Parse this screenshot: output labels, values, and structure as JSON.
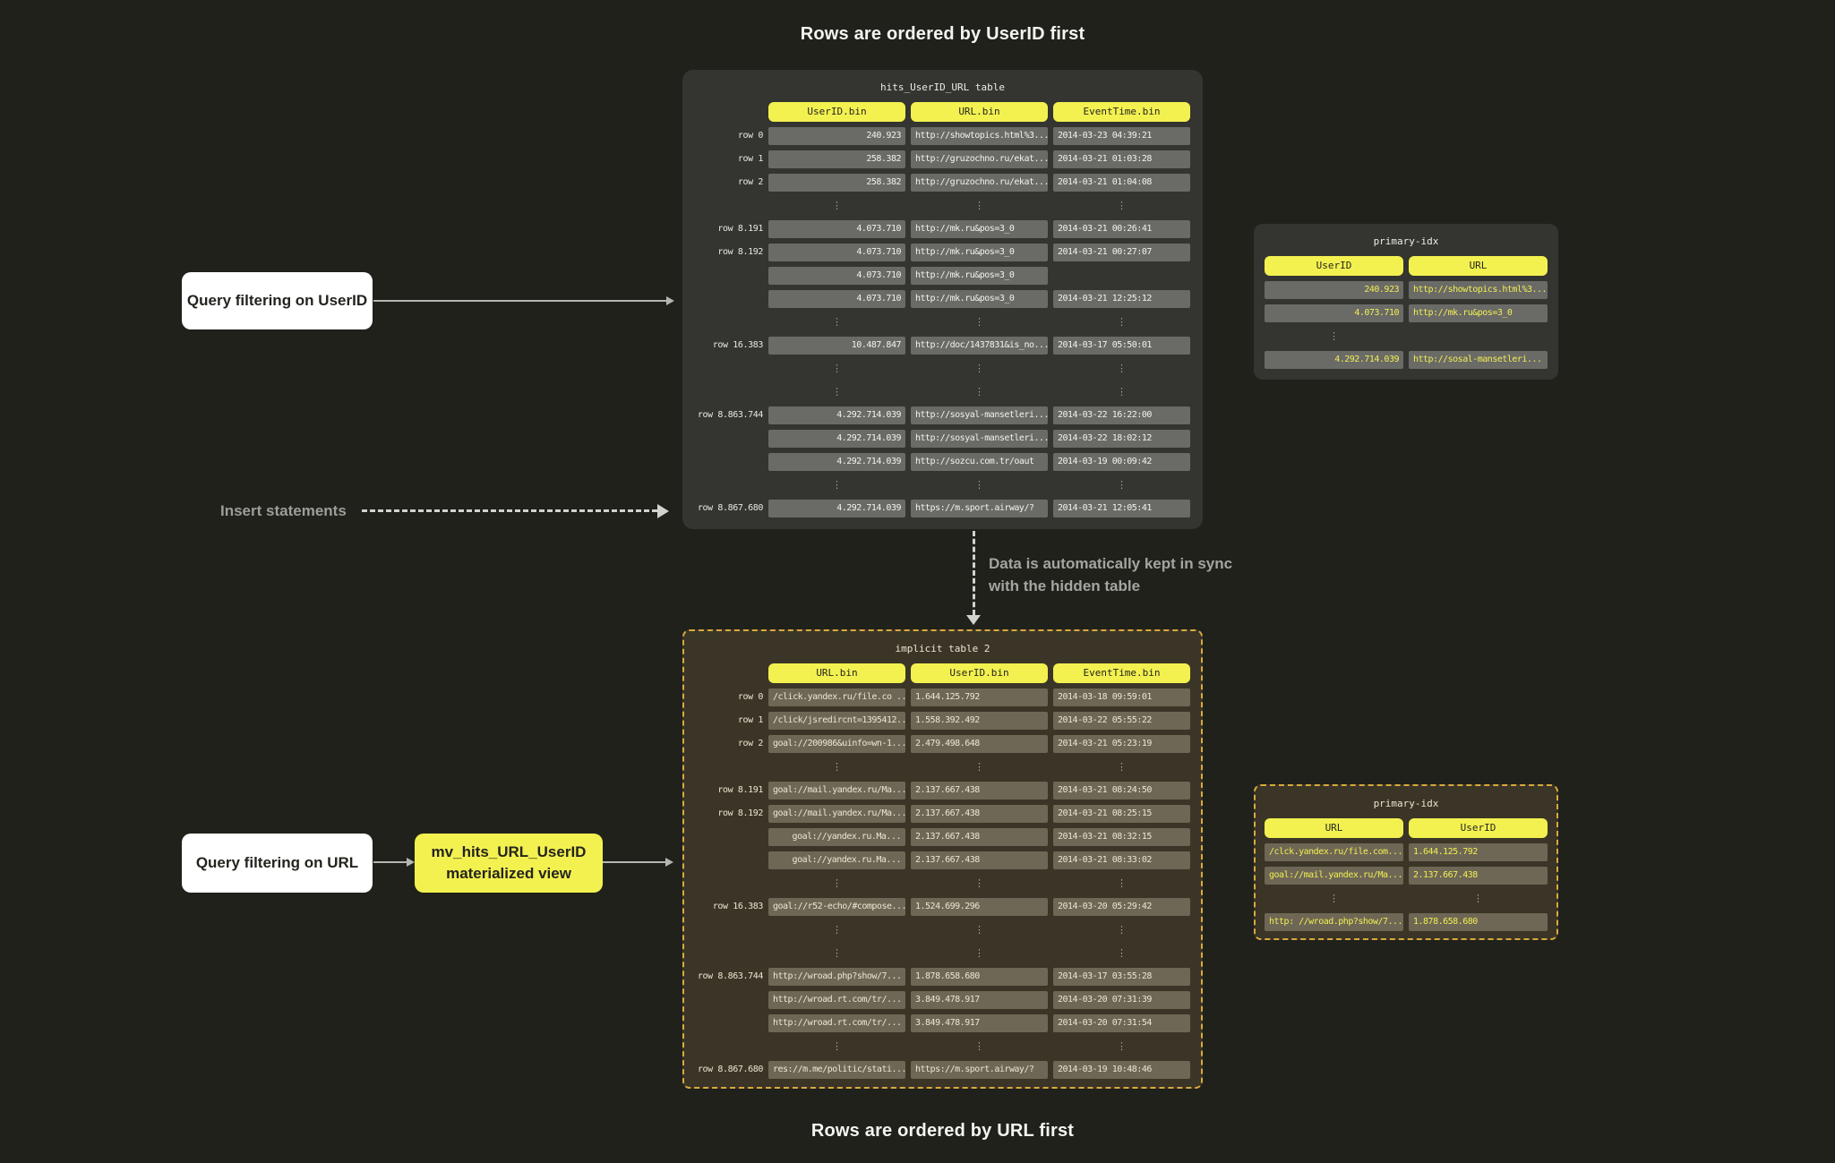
{
  "colors": {
    "page_bg": "#20211b",
    "panel_dark": "#343430",
    "cell_grey": "#6a6a67",
    "olive_panel": "#3b3527",
    "olive_cell": "#6e6755",
    "accent_yellow": "#f3f150",
    "yellow_text": "#f0ee52",
    "text_light": "#f2f2ef",
    "cream": "#ebe6d0",
    "dash_yellow": "#d9aa3d",
    "arrow_grey": "#b5b5b2",
    "dash_grey": "#d2d2cf"
  },
  "captions": {
    "top": "Rows are ordered by UserID first",
    "bottom": "Rows are ordered by URL first"
  },
  "labels": {
    "query_userid": "Query filtering on UserID",
    "insert": "Insert statements",
    "query_url": "Query filtering on URL",
    "mv_line1": "mv_hits_URL_UserID",
    "mv_line2": "materialized view",
    "sync_line1": "Data is automatically kept in sync",
    "sync_line2": "with the hidden table"
  },
  "main_table": {
    "title": "hits_UserID_URL table",
    "has_labels": true,
    "columns": [
      "UserID.bin",
      "URL.bin",
      "EventTime.bin"
    ],
    "rows": [
      {
        "label": "row 0",
        "cells": [
          {
            "v": "240.923",
            "a": "r"
          },
          {
            "v": "http://showtopics.html%3..."
          },
          {
            "v": "2014-03-23 04:39:21"
          }
        ]
      },
      {
        "label": "row 1",
        "cells": [
          {
            "v": "258.382",
            "a": "r"
          },
          {
            "v": "http://gruzochno.ru/ekat..."
          },
          {
            "v": "2014-03-21 01:03:28"
          }
        ]
      },
      {
        "label": "row 2",
        "cells": [
          {
            "v": "258.382",
            "a": "r"
          },
          {
            "v": "http://gruzochno.ru/ekat..."
          },
          {
            "v": "2014-03-21 01:04:08"
          }
        ]
      },
      {
        "type": "dots"
      },
      {
        "label": "row 8.191",
        "cells": [
          {
            "v": "4.073.710",
            "a": "r"
          },
          {
            "v": "http://mk.ru&pos=3_0"
          },
          {
            "v": "2014-03-21 00:26:41"
          }
        ]
      },
      {
        "label": "row 8.192",
        "cells": [
          {
            "v": "4.073.710",
            "a": "r"
          },
          {
            "v": "http://mk.ru&pos=3_0"
          },
          {
            "v": "2014-03-21 00:27:07"
          }
        ]
      },
      {
        "label": "",
        "cells": [
          {
            "v": "4.073.710",
            "a": "r"
          },
          {
            "v": "http://mk.ru&pos=3_0"
          },
          null
        ]
      },
      {
        "label": "",
        "cells": [
          {
            "v": "4.073.710",
            "a": "r"
          },
          {
            "v": "http://mk.ru&pos=3_0"
          },
          {
            "v": "2014-03-21 12:25:12"
          }
        ]
      },
      {
        "type": "dots"
      },
      {
        "label": "row 16.383",
        "cells": [
          {
            "v": "10.487.847",
            "a": "r"
          },
          {
            "v": "http://doc/1437831&is_no..."
          },
          {
            "v": "2014-03-17 05:50:01"
          }
        ]
      },
      {
        "type": "dots"
      },
      {
        "type": "dots"
      },
      {
        "label": "row 8.863.744",
        "cells": [
          {
            "v": "4.292.714.039",
            "a": "r"
          },
          {
            "v": "http://sosyal-mansetleri..."
          },
          {
            "v": "2014-03-22 16:22:00"
          }
        ]
      },
      {
        "label": "",
        "cells": [
          {
            "v": "4.292.714.039",
            "a": "r"
          },
          {
            "v": "http://sosyal-mansetleri..."
          },
          {
            "v": "2014-03-22 18:02:12"
          }
        ]
      },
      {
        "label": "",
        "cells": [
          {
            "v": "4.292.714.039",
            "a": "r"
          },
          {
            "v": "http://sozcu.com.tr/oaut"
          },
          {
            "v": "2014-03-19 00:09:42"
          }
        ]
      },
      {
        "type": "dots"
      },
      {
        "label": "row 8.867.680",
        "cells": [
          {
            "v": "4.292.714.039",
            "a": "r"
          },
          {
            "v": "https://m.sport.airway/?"
          },
          {
            "v": "2014-03-21 12:05:41"
          }
        ]
      }
    ]
  },
  "main_index": {
    "title": "primary-idx",
    "has_labels": false,
    "columns": [
      "UserID",
      "URL"
    ],
    "rows": [
      {
        "cells": [
          {
            "v": "240.923",
            "a": "r"
          },
          {
            "v": "http://showtopics.html%3..."
          }
        ]
      },
      {
        "cells": [
          {
            "v": "4.073.710",
            "a": "r"
          },
          {
            "v": "http://mk.ru&pos=3_0"
          }
        ]
      },
      {
        "type": "dots",
        "show": [
          true,
          false
        ]
      },
      {
        "cells": [
          {
            "v": "4.292.714.039",
            "a": "r"
          },
          {
            "v": "http://sosal-mansetleri..."
          }
        ]
      }
    ]
  },
  "implicit_table": {
    "title": "implicit table 2",
    "has_labels": true,
    "columns": [
      "URL.bin",
      "UserID.bin",
      "EventTime.bin"
    ],
    "rows": [
      {
        "label": "row 0",
        "cells": [
          {
            "v": "/click.yandex.ru/file.co ..."
          },
          {
            "v": "1.644.125.792"
          },
          {
            "v": "2014-03-18 09:59:01"
          }
        ]
      },
      {
        "label": "row 1",
        "cells": [
          {
            "v": "/click/jsredircnt=1395412..."
          },
          {
            "v": "1.558.392.492"
          },
          {
            "v": "2014-03-22 05:55:22"
          }
        ]
      },
      {
        "label": "row 2",
        "cells": [
          {
            "v": "goal://200986&uinfo=wn-1...",
            "a": "r"
          },
          {
            "v": "2.479.498.648"
          },
          {
            "v": "2014-03-21 05:23:19"
          }
        ]
      },
      {
        "type": "dots"
      },
      {
        "label": "row 8.191",
        "cells": [
          {
            "v": "goal://mail.yandex.ru/Ma..."
          },
          {
            "v": "2.137.667.438"
          },
          {
            "v": "2014-03-21 08:24:50"
          }
        ]
      },
      {
        "label": "row 8.192",
        "cells": [
          {
            "v": "goal://mail.yandex.ru/Ma..."
          },
          {
            "v": "2.137.667.438"
          },
          {
            "v": "2014-03-21 08:25:15"
          }
        ]
      },
      {
        "label": "",
        "cells": [
          {
            "v": "goal://yandex.ru.Ma...",
            "a": "r"
          },
          {
            "v": "2.137.667.438"
          },
          {
            "v": "2014-03-21 08:32:15"
          }
        ]
      },
      {
        "label": "",
        "cells": [
          {
            "v": "goal://yandex.ru.Ma...",
            "a": "r"
          },
          {
            "v": "2.137.667.438"
          },
          {
            "v": "2014-03-21 08:33:02"
          }
        ]
      },
      {
        "type": "dots"
      },
      {
        "label": "row 16.383",
        "cells": [
          {
            "v": "goal://r52-echo/#compose..."
          },
          {
            "v": "1.524.699.296"
          },
          {
            "v": "2014-03-20 05:29:42"
          }
        ]
      },
      {
        "type": "dots"
      },
      {
        "type": "dots"
      },
      {
        "label": "row 8.863.744",
        "cells": [
          {
            "v": "http://wroad.php?show/7...",
            "a": "r"
          },
          {
            "v": "1.878.658.680"
          },
          {
            "v": "2014-03-17 03:55:28"
          }
        ]
      },
      {
        "label": "",
        "cells": [
          {
            "v": "http://wroad.rt.com/tr/...",
            "a": "r"
          },
          {
            "v": "3.849.478.917"
          },
          {
            "v": "2014-03-20 07:31:39"
          }
        ]
      },
      {
        "label": "",
        "cells": [
          {
            "v": "http://wroad.rt.com/tr/...",
            "a": "r"
          },
          {
            "v": "3.849.478.917"
          },
          {
            "v": "2014-03-20 07:31:54"
          }
        ]
      },
      {
        "type": "dots"
      },
      {
        "label": "row 8.867.680",
        "cells": [
          {
            "v": "res://m.me/politic/stati..."
          },
          {
            "v": "https://m.sport.airway/?"
          },
          {
            "v": "2014-03-19 10:48:46"
          }
        ]
      }
    ]
  },
  "implicit_index": {
    "title": "primary-idx",
    "has_labels": false,
    "columns": [
      "URL",
      "UserID"
    ],
    "rows": [
      {
        "cells": [
          {
            "v": "/clck.yandex.ru/file.com..."
          },
          {
            "v": "1.644.125.792"
          }
        ]
      },
      {
        "cells": [
          {
            "v": "goal://mail.yandex.ru/Ma..."
          },
          {
            "v": "2.137.667.438"
          }
        ]
      },
      {
        "type": "dots"
      },
      {
        "cells": [
          {
            "v": "http: //wroad.php?show/7..."
          },
          {
            "v": "1.878.658.680"
          }
        ]
      }
    ]
  }
}
